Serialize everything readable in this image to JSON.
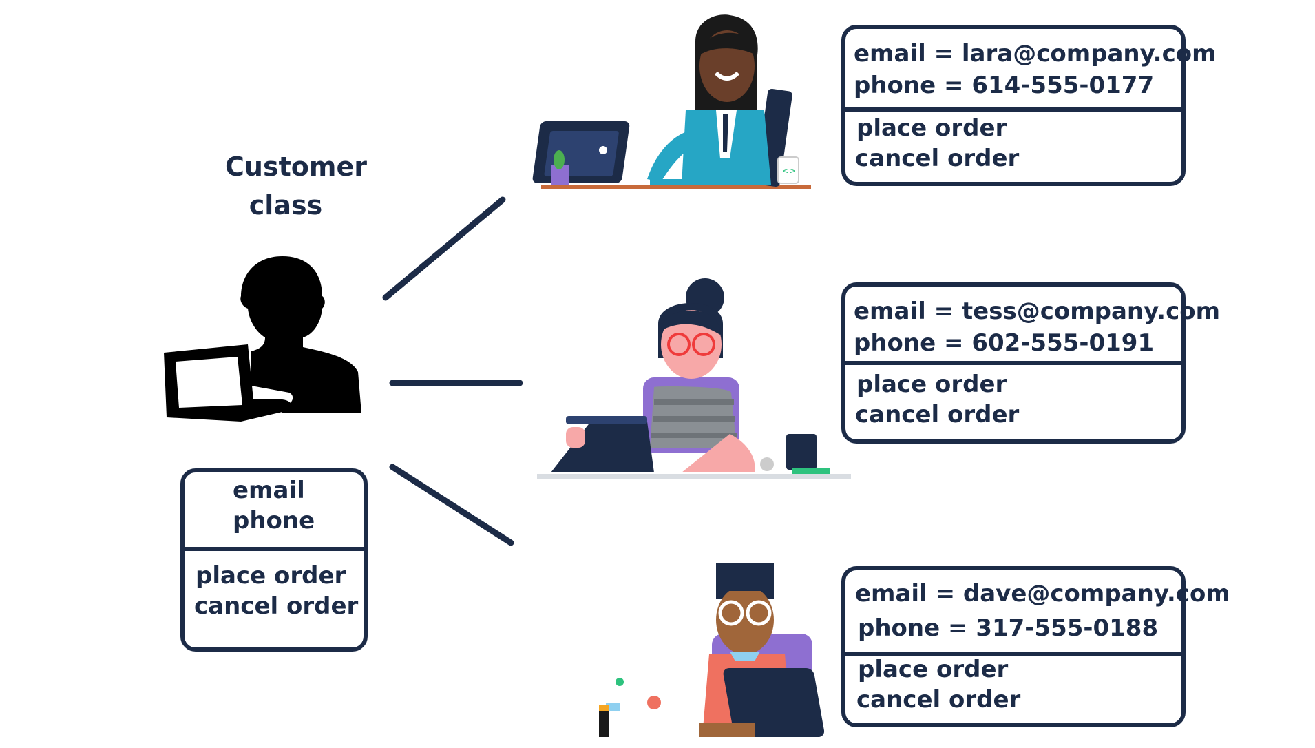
{
  "class_title": {
    "line1": "Customer",
    "line2": "class"
  },
  "class_box": {
    "attr1": "email",
    "attr2": "phone",
    "method1": "place order",
    "method2": "cancel order"
  },
  "objects": [
    {
      "email": "email = lara@company.com",
      "phone": "phone = 614-555-0177",
      "method1": "place order",
      "method2": "cancel order"
    },
    {
      "email": "email = tess@company.com",
      "phone": "phone = 602-555-0191",
      "method1": "place order",
      "method2": "cancel order"
    },
    {
      "email": "email = dave@company.com",
      "phone": "phone = 317-555-0188",
      "method1": "place order",
      "method2": "cancel order"
    }
  ],
  "colors": {
    "ink": "#1c2b47",
    "teal": "#26a6c5",
    "purple": "#8e6fd1",
    "skin_light": "#f7a8a8",
    "skin_dark": "#6a3f2a",
    "coral": "#ef7160"
  },
  "icons": [
    "customer-silhouette-icon",
    "person-laptop-icon",
    "person-tablet-icon",
    "person-laptop-glasses-icon"
  ]
}
